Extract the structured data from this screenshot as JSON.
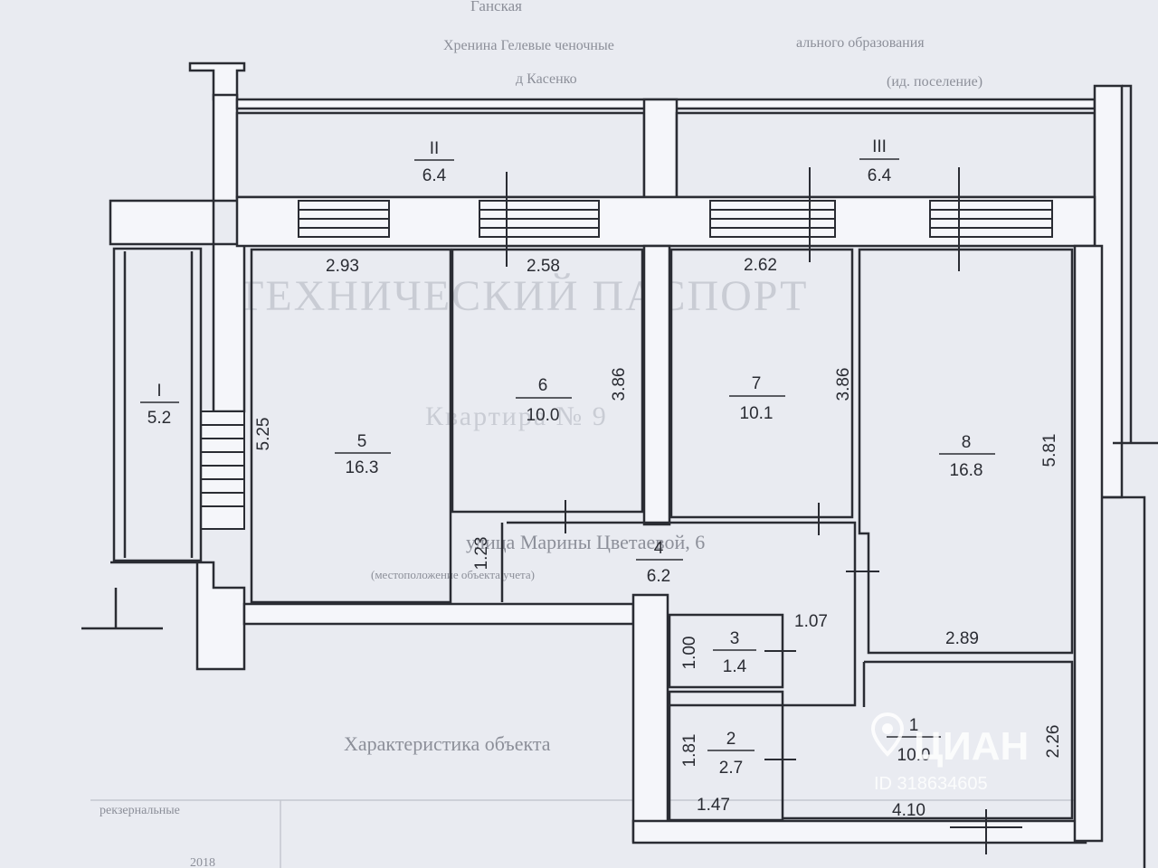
{
  "background_text": {
    "top_line1": "Ганская",
    "top_line2": "Хренина Гелевые ченочные",
    "top_line3": "д Касенко",
    "top_right1": "ального образования",
    "top_right2": "(ид. поселение)",
    "title": "ТЕХНИЧЕСКИЙ ПАСПОРТ",
    "apartment": "Квартира № 9",
    "street": "улица Марины Цветаевой, 6",
    "street_note": "(местоположение объекта учета)",
    "section": "Характеристика объекта",
    "table_cell": "рекзернальные",
    "year": "2018"
  },
  "rooms": [
    {
      "id": "II",
      "area": "6.4"
    },
    {
      "id": "III",
      "area": "6.4"
    },
    {
      "id": "I",
      "area": "5.2"
    },
    {
      "id": "5",
      "area": "16.3"
    },
    {
      "id": "6",
      "area": "10.0"
    },
    {
      "id": "7",
      "area": "10.1"
    },
    {
      "id": "8",
      "area": "16.8"
    },
    {
      "id": "4",
      "area": "6.2"
    },
    {
      "id": "3",
      "area": "1.4"
    },
    {
      "id": "2",
      "area": "2.7"
    },
    {
      "id": "1",
      "area": "10.0"
    }
  ],
  "dimensions": {
    "d_2_93": "2.93",
    "d_2_58": "2.58",
    "d_2_62": "2.62",
    "d_5_25": "5.25",
    "d_3_86_a": "3.86",
    "d_3_86_b": "3.86",
    "d_5_81": "5.81",
    "d_1_23": "1.23",
    "d_1_07": "1.07",
    "d_2_89": "2.89",
    "d_1_00": "1.00",
    "d_1_81": "1.81",
    "d_1_47": "1.47",
    "d_4_10": "4.10",
    "d_2_26": "2.26"
  },
  "watermark": {
    "brand": "ЦИАН",
    "id": "ID 318634605"
  },
  "colors": {
    "paper": "#e9ebf1",
    "ink": "#2a2c33",
    "wall": "#f5f6fa"
  }
}
